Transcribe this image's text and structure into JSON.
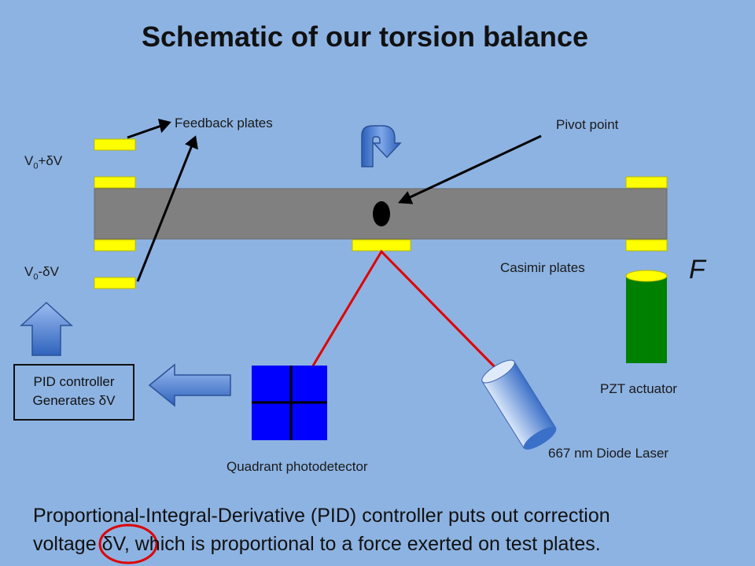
{
  "title": "Schematic of our torsion balance",
  "labels": {
    "feedback_plates": "Feedback plates",
    "pivot_point": "Pivot point",
    "v_plus_base": "V",
    "v_plus_sub": "0",
    "v_plus_rest": "+δV",
    "v_minus_base": "V",
    "v_minus_sub": "0",
    "v_minus_rest": "-δV",
    "casimir_plates": "Casimir plates",
    "force": "F",
    "pzt_actuator": "PZT actuator",
    "diode_laser": "667 nm Diode Laser",
    "quadrant_photodetector": "Quadrant photodetector",
    "pid_line1": "PID controller",
    "pid_line2": "Generates δV"
  },
  "caption": {
    "line1": "Proportional-Integral-Derivative (PID) controller puts out correction",
    "line2_before": "voltage ",
    "line2_circled": "δV",
    "line2_after": ", which is proportional to a force exerted on test plates."
  },
  "colors": {
    "background": "#8db3e2",
    "beam": "#808080",
    "plate": "#ffff00",
    "laser_beam": "#e00000",
    "detector": "#0000ff",
    "actuator": "#008000",
    "arrow_fill": "#4a7fd6"
  }
}
